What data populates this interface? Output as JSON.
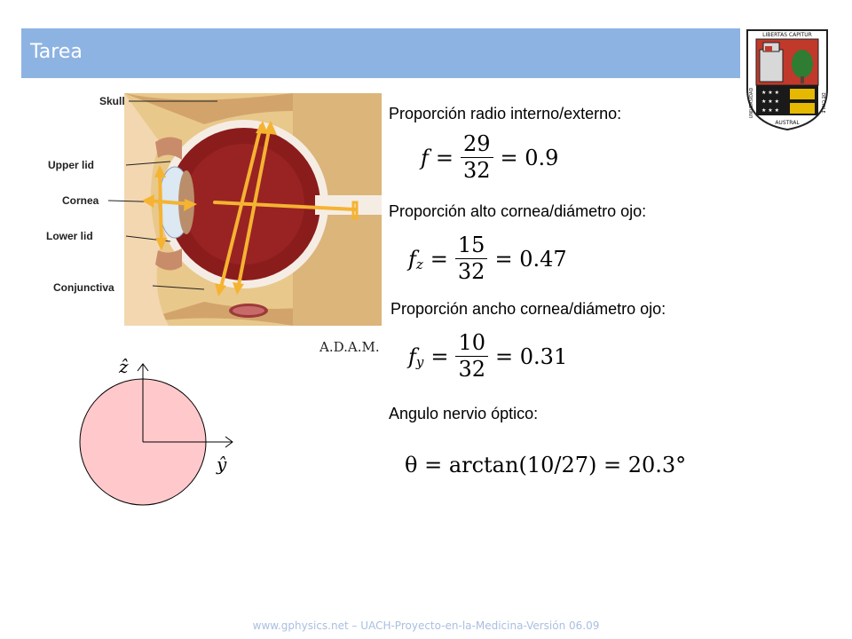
{
  "header": {
    "title": "Tarea"
  },
  "figure": {
    "labels": [
      "Skull",
      "Upper lid",
      "Cornea",
      "Lower lid",
      "Conjunctiva"
    ],
    "credit": "A.D.A.M."
  },
  "logo": {
    "top_text": "LIBERTAS CAPITUR",
    "left_text": "UNIVERSIDAD",
    "bottom_text": "AUSTRAL",
    "right_text": "DE CHILE"
  },
  "axes": {
    "z_label": "ẑ",
    "y_label": "ŷ"
  },
  "items": [
    {
      "label": "Proporción radio interno/externo:",
      "lhs": "f",
      "lhs_sub": "",
      "num": "29",
      "den": "32",
      "result": "= 0.9"
    },
    {
      "label": "Proporción alto cornea/diámetro ojo:",
      "lhs": "f",
      "lhs_sub": "z",
      "num": "15",
      "den": "32",
      "result": "= 0.47"
    },
    {
      "label": "Proporción ancho cornea/diámetro ojo:",
      "lhs": "f",
      "lhs_sub": "y",
      "num": "10",
      "den": "32",
      "result": "= 0.31"
    },
    {
      "label": "Angulo nervio óptico:",
      "formula": "θ = arctan(10/27) = 20.3°"
    }
  ],
  "footer": {
    "text": "www.gphysics.net – UACH-Proyecto-en-la-Medicina-Versión 06.09"
  },
  "colors": {
    "header_bg": "#8db3e2",
    "arrow": "#f5b332",
    "circle_fill": "#ffc9cc",
    "footer": "#a9bfe0"
  }
}
